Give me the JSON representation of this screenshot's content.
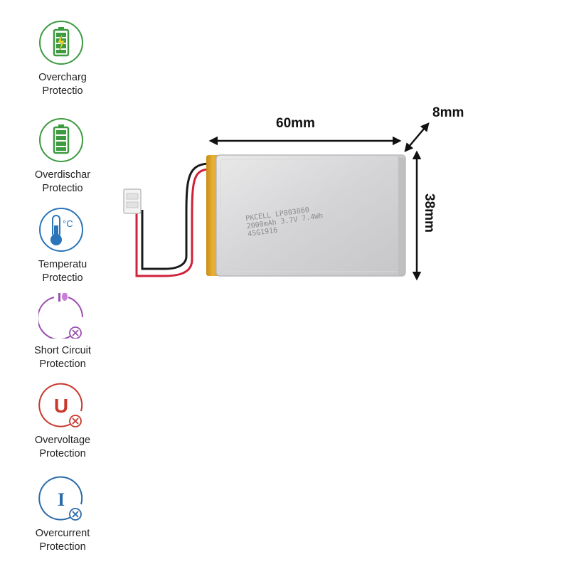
{
  "features": [
    {
      "line1": "Overcharg",
      "line2": "Protectio",
      "icon": "battery-charging-icon",
      "color": "#3d9a3f"
    },
    {
      "line1": "Overdischar",
      "line2": "Protectio",
      "icon": "battery-full-icon",
      "color": "#3d9a3f"
    },
    {
      "line1": "Temperatu",
      "line2": "Protectio",
      "icon": "thermometer-icon",
      "color": "#2a74b9"
    },
    {
      "line1": "Short Circuit",
      "line2": "Protection",
      "icon": "short-circuit-icon",
      "color": "#9b4fb0"
    },
    {
      "line1": "Overvoltage",
      "line2": "Protection",
      "icon": "overvoltage-icon",
      "color": "#c8382c"
    },
    {
      "line1": "Overcurrent",
      "line2": "Protection",
      "icon": "overcurrent-icon",
      "color": "#2a6aa8"
    }
  ],
  "icon_glyphs": {
    "temperature_unit": "°C",
    "voltage": "U",
    "current": "I"
  },
  "dimensions": {
    "length": "60mm",
    "thickness": "8mm",
    "width": "38mm"
  },
  "battery_label": {
    "line1": "PKCELL LP803860",
    "line2": "2000mAh 3.7V 7.4Wh",
    "line3": "45G1916"
  }
}
